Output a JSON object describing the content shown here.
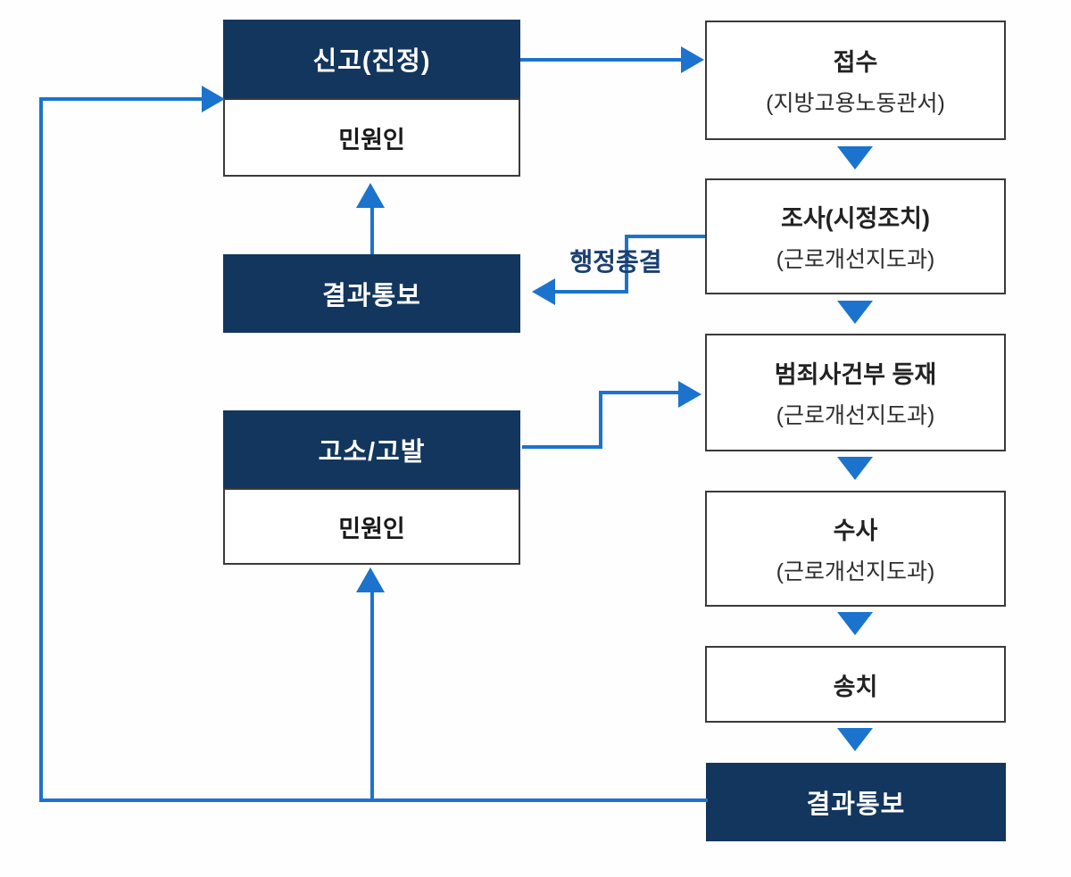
{
  "colors": {
    "navy": "#13365e",
    "arrow_blue": "#1b73cd",
    "edge_label_navy": "#1b3f72",
    "light_box_border": "#3a3a3a"
  },
  "nodes": {
    "report": {
      "title": "신고(진정)",
      "party": "민원인"
    },
    "result_notice_left": {
      "title": "결과통보"
    },
    "accusation": {
      "title": "고소/고발",
      "party": "민원인"
    },
    "receipt": {
      "title": "접수",
      "subtitle": "(지방고용노동관서)"
    },
    "investigation": {
      "title": "조사(시정조치)",
      "subtitle": "(근로개선지도과)"
    },
    "crime_register": {
      "title": "범죄사건부 등재",
      "subtitle": "(근로개선지도과)"
    },
    "criminal_investigation": {
      "title": "수사",
      "subtitle": "(근로개선지도과)"
    },
    "referral": {
      "title": "송치"
    },
    "result_notice_bottom": {
      "title": "결과통보"
    }
  },
  "labels": {
    "administrative_closure": "행정종결"
  }
}
